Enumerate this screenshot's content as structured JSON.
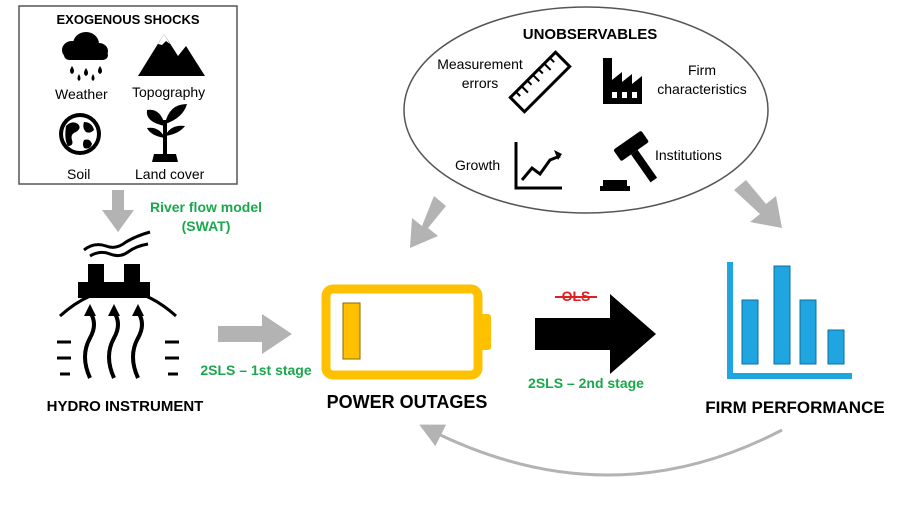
{
  "shocks": {
    "title": "EXOGENOUS SHOCKS",
    "items": {
      "weather": "Weather",
      "topography": "Topography",
      "soil": "Soil",
      "land_cover": "Land cover"
    }
  },
  "river_model": {
    "line1": "River flow model",
    "line2": "(SWAT)"
  },
  "unobservables": {
    "title": "UNOBSERVABLES",
    "measurement_line1": "Measurement",
    "measurement_line2": "errors",
    "firm_line1": "Firm",
    "firm_line2": "characteristics",
    "growth": "Growth",
    "institutions": "Institutions"
  },
  "nodes": {
    "hydro": "HYDRO INSTRUMENT",
    "outages": "POWER OUTAGES",
    "performance": "FIRM PERFORMANCE"
  },
  "edges": {
    "first_stage": "2SLS – 1st stage",
    "second_stage": "2SLS – 2nd stage",
    "ols": "OLS"
  },
  "colors": {
    "arrow_gray": "#b3b3b3",
    "battery": "#ffc000",
    "chart_blue": "#1fa5e0",
    "green": "#1aa84c",
    "ols_red": "#e02020"
  }
}
